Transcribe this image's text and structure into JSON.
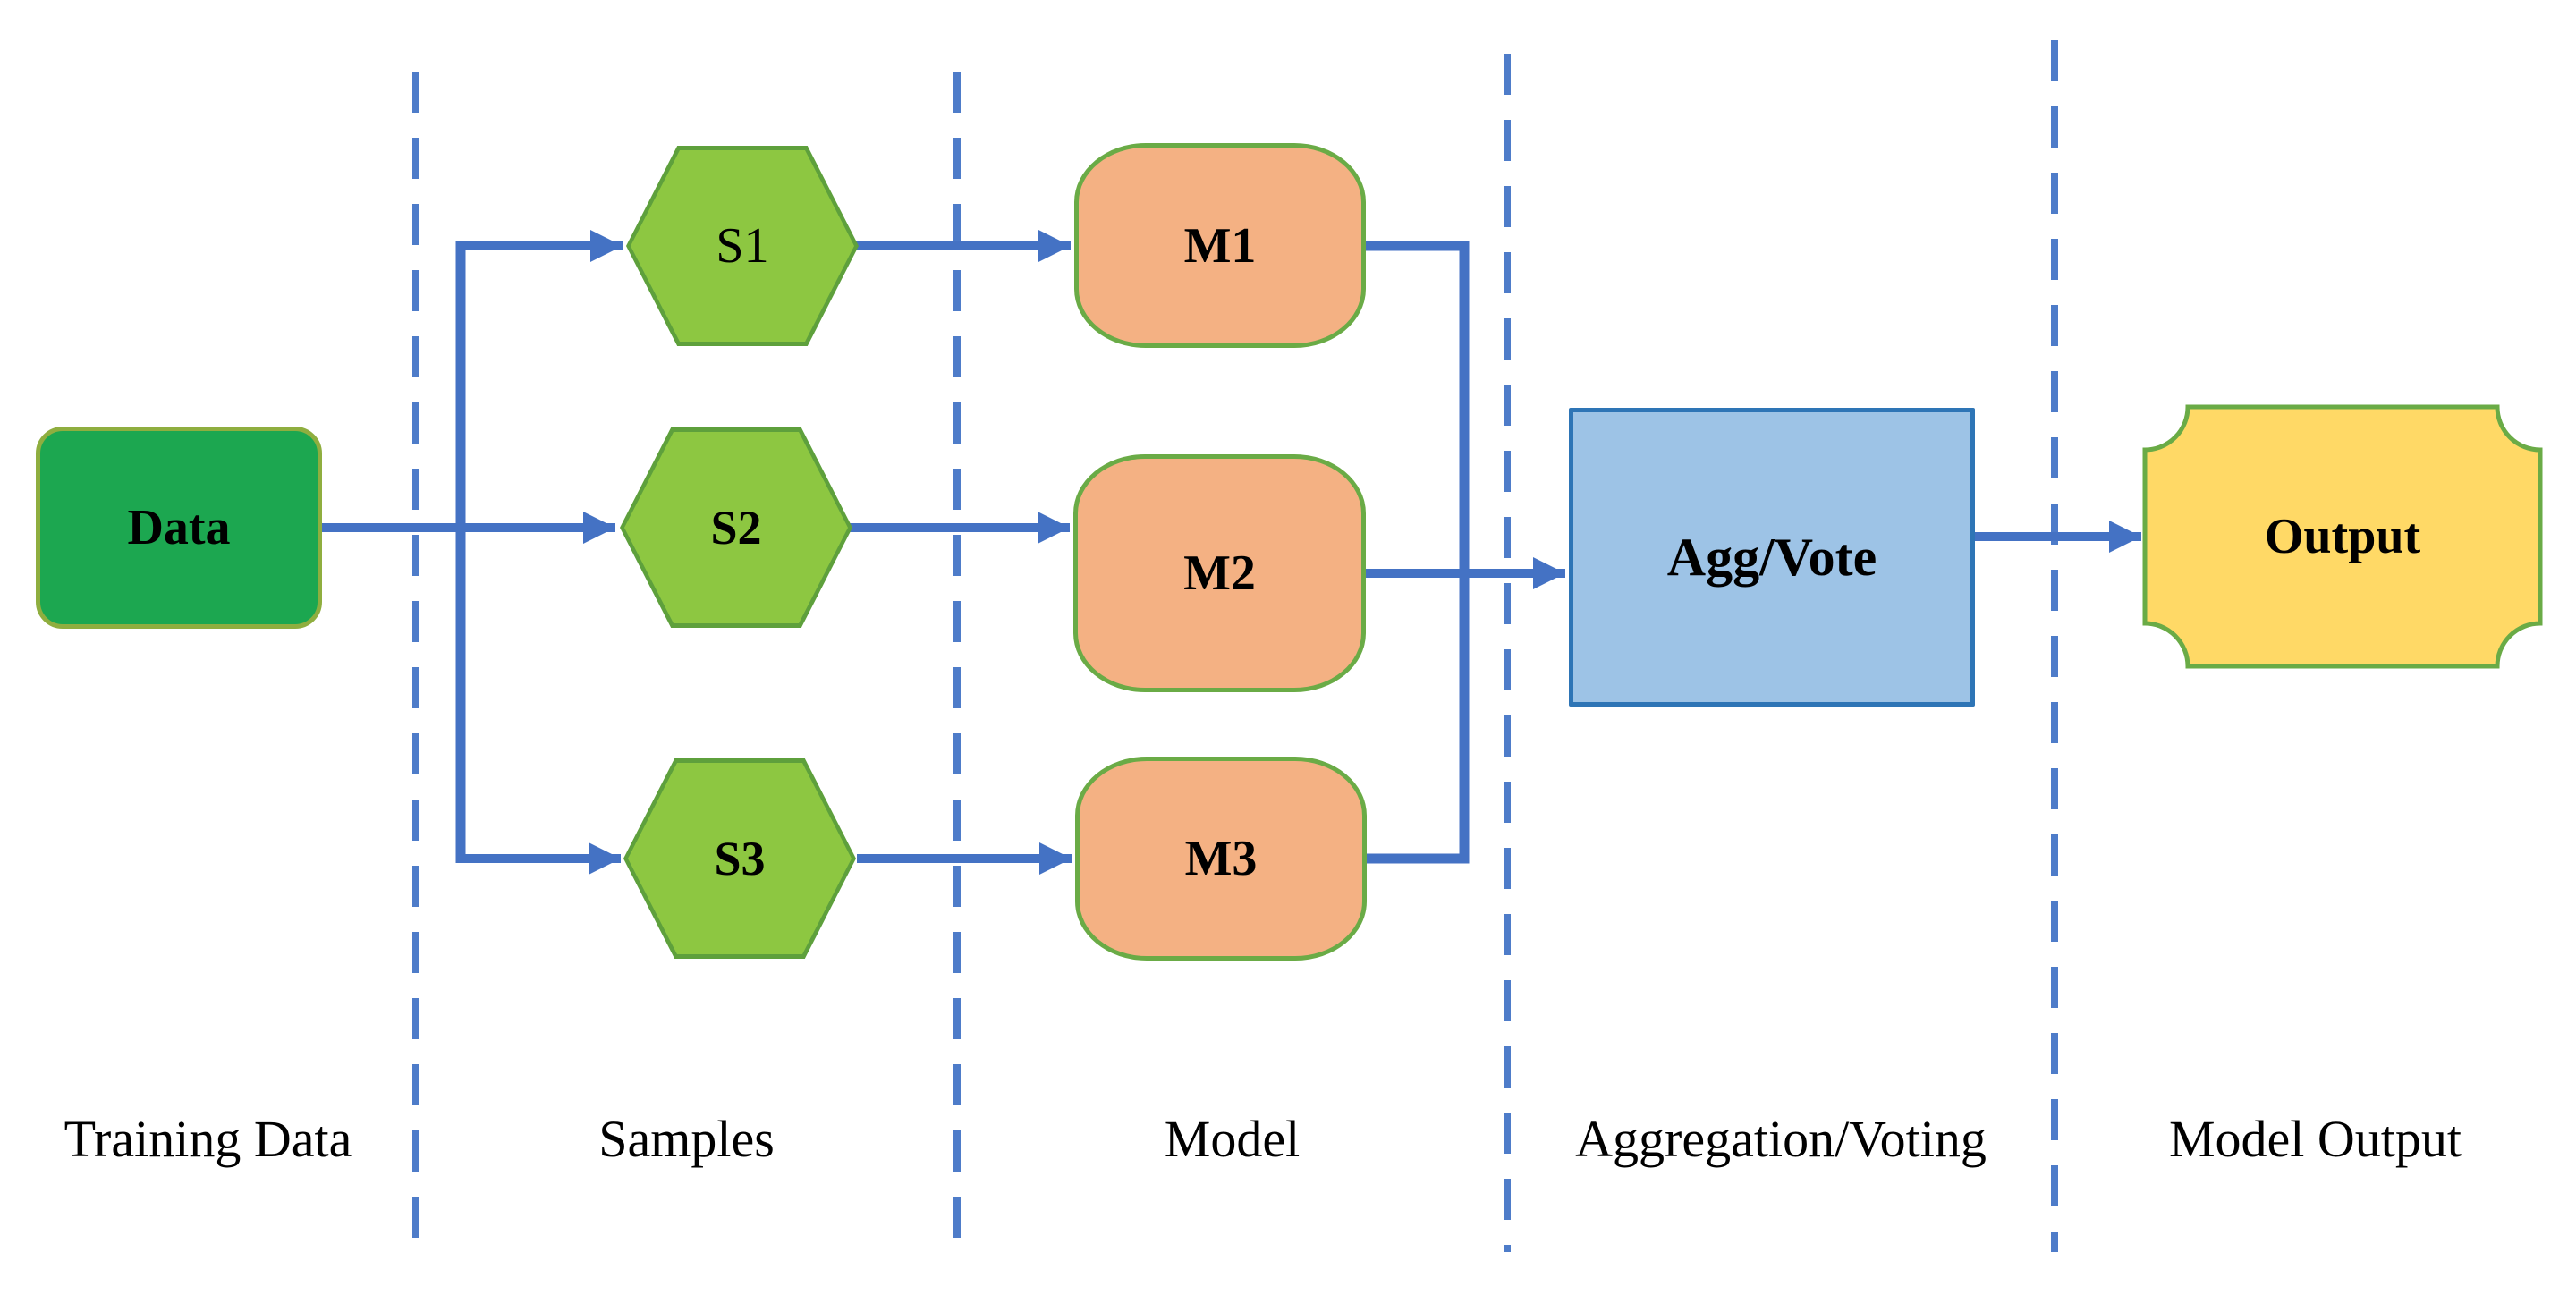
{
  "nodes": {
    "data": {
      "label": "Data"
    },
    "s1": {
      "label": "S1"
    },
    "s2": {
      "label": "S2"
    },
    "s3": {
      "label": "S3"
    },
    "m1": {
      "label": "M1"
    },
    "m2": {
      "label": "M2"
    },
    "m3": {
      "label": "M3"
    },
    "agg": {
      "label": "Agg/Vote"
    },
    "output": {
      "label": "Output"
    }
  },
  "lanes": [
    {
      "label": "Training Data"
    },
    {
      "label": "Samples"
    },
    {
      "label": "Model"
    },
    {
      "label": "Aggregation/Voting"
    },
    {
      "label": "Model Output"
    }
  ],
  "colors": {
    "accent-blue": "#4472C4",
    "divider-blue": "#4E7CC9",
    "data-fill": "#1CA750",
    "data-border": "#8FAE3F",
    "sample-fill": "#8DC741",
    "sample-border": "#5EA03C",
    "model-fill": "#F4B183",
    "model-border": "#6AAB46",
    "agg-fill": "#9DC3E6",
    "agg-border": "#2E75B6",
    "output-fill": "#FFD966",
    "output-border": "#6AAB46",
    "text": "#000000"
  }
}
